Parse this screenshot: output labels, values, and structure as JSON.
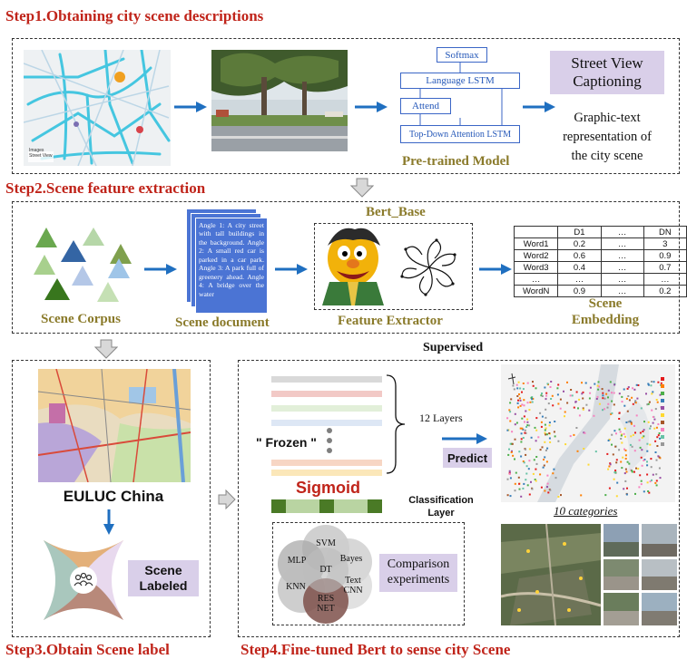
{
  "steps": {
    "step1": "Step1.Obtaining city scene descriptions",
    "step2": "Step2.Scene feature extraction",
    "step3": "Step3.Obtain Scene label",
    "step4": "Step4.Fine-tuned Bert to sense city Scene"
  },
  "step1": {
    "map_caption_line1": "Images",
    "map_caption_line2": "Street View",
    "model": {
      "softmax": "Softmax",
      "language_lstm": "Language LSTM",
      "attend": "Attend",
      "topdown": "Top-Down Attention LSTM",
      "label": "Pre-trained Model"
    },
    "captioning_line1": "Street View",
    "captioning_line2": "Captioning",
    "representation": [
      "Graphic-text",
      "representation of",
      "the city scene"
    ]
  },
  "step2": {
    "corpus_label": "Scene Corpus",
    "document_text": "Angle 1: A city street with tall buildings in the background. Angle 2: A small red car is parked in a car park. Angle 3: A park full of greenery ahead. Angle 4: A bridge over the water",
    "document_label": "Scene document",
    "bert_title": "Bert_Base",
    "extractor_label": "Feature Extractor",
    "embedding_label_line1": "Scene",
    "embedding_label_line2": "Embedding",
    "table": {
      "header": [
        "",
        "D1",
        "…",
        "DN"
      ],
      "rows": [
        [
          "Word1",
          "0.2",
          "…",
          "3"
        ],
        [
          "Word2",
          "0.6",
          "…",
          "0.9"
        ],
        [
          "Word3",
          "0.4",
          "…",
          "0.7"
        ],
        [
          "…",
          "…",
          "…",
          "…"
        ],
        [
          "WordN",
          "0.9",
          "…",
          "0.2"
        ]
      ]
    }
  },
  "supervised": "Supervised",
  "step3": {
    "euluc": "EULUC China",
    "scene_labeled_line1": "Scene",
    "scene_labeled_line2": "Labeled"
  },
  "step4": {
    "layers": "12 Layers",
    "frozen": "\" Frozen \"",
    "predict": "Predict",
    "sigmoid": "Sigmoid",
    "classification_line1": "Classification",
    "classification_line2": "Layer",
    "categories": "10 categories",
    "comparison_line1": "Comparison",
    "comparison_line2": "experiments",
    "venn": {
      "svm": "SVM",
      "mlp": "MLP",
      "bayes": "Bayes",
      "dt": "DT",
      "knn": "KNN",
      "text_cnn_1": "Text",
      "text_cnn_2": "CNN",
      "resnet_1": "RES",
      "resnet_2": "NET"
    }
  },
  "colors": {
    "title_red": "#c0241a",
    "olive": "#8a7a2a",
    "arrow_blue": "#1f6fc0",
    "purple": "#d9cfe9",
    "doc_blue": "#4b74d4"
  }
}
